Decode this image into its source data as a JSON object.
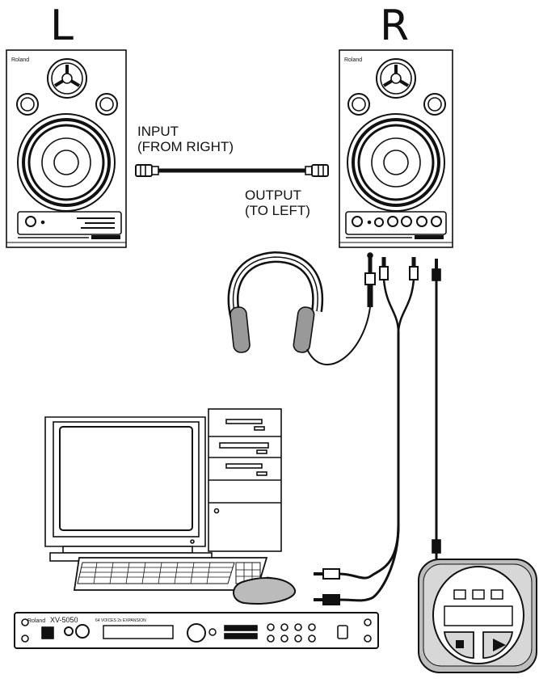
{
  "labels": {
    "left_channel": "L",
    "right_channel": "R",
    "input_line1": "INPUT",
    "input_line2": "(FROM RIGHT)",
    "output_line1": "OUTPUT",
    "output_line2": "(TO LEFT)"
  },
  "devices": {
    "speaker_brand": "Roland",
    "module_brand": "Roland",
    "module_model": "XV-5050",
    "module_subtitle": "64 VOICES  2x EXPANSION"
  }
}
